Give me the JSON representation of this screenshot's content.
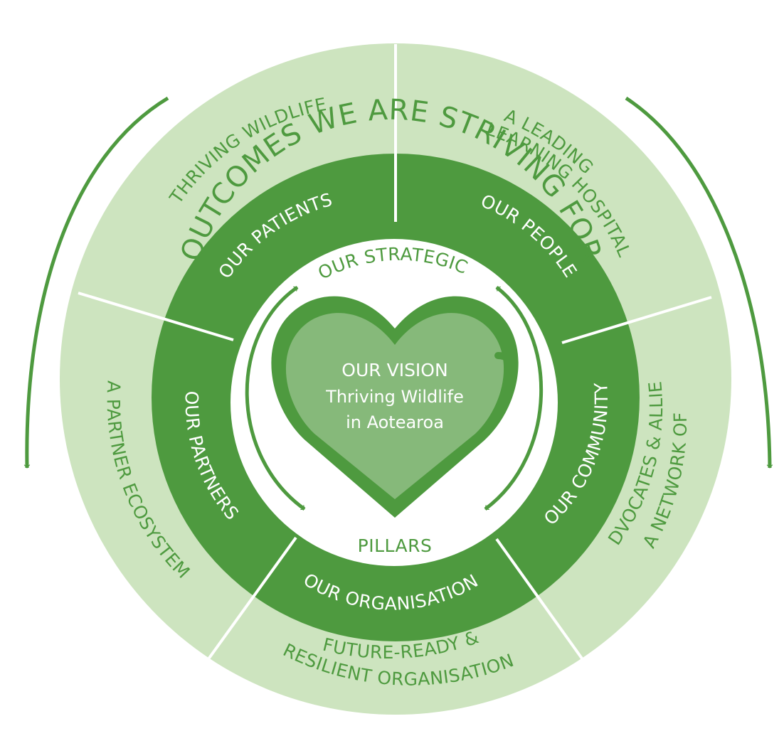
{
  "header": {
    "title": "OUTCOMES WE ARE STRIVING FOR"
  },
  "center": {
    "label_top": "OUR STRATEGIC",
    "label_bottom": "PILLARS",
    "vision_title": "OUR VISION",
    "vision_line1": "Thriving Wildlife",
    "vision_line2": "in Aotearoa"
  },
  "pillars": {
    "patients": "OUR PATIENTS",
    "people": "OUR PEOPLE",
    "community": "OUR COMMUNITY",
    "organisation": "OUR ORGANISATION",
    "partners": "OUR PARTNERS"
  },
  "outcomes": {
    "thriving_wildlife": "THRIVING WILDLIFE",
    "leading_hospital_1": "A LEADING",
    "leading_hospital_2": "LEARNING HOSPITAL",
    "network_1": "A NETWORK OF",
    "network_2": "ADVOCATES & ALLIES",
    "resilient_1": "FUTURE-READY &",
    "resilient_2": "RESILIENT ORGANISATION",
    "partner_ecosystem": "A PARTNER ECOSYSTEM"
  },
  "colors": {
    "outer_ring": "#cde4bf",
    "pillar_ring": "#4e9a3f",
    "heart_dark": "#4e9a3f",
    "heart_light": "#86b97a",
    "text_green": "#4e9a3f",
    "divider": "#ffffff"
  }
}
